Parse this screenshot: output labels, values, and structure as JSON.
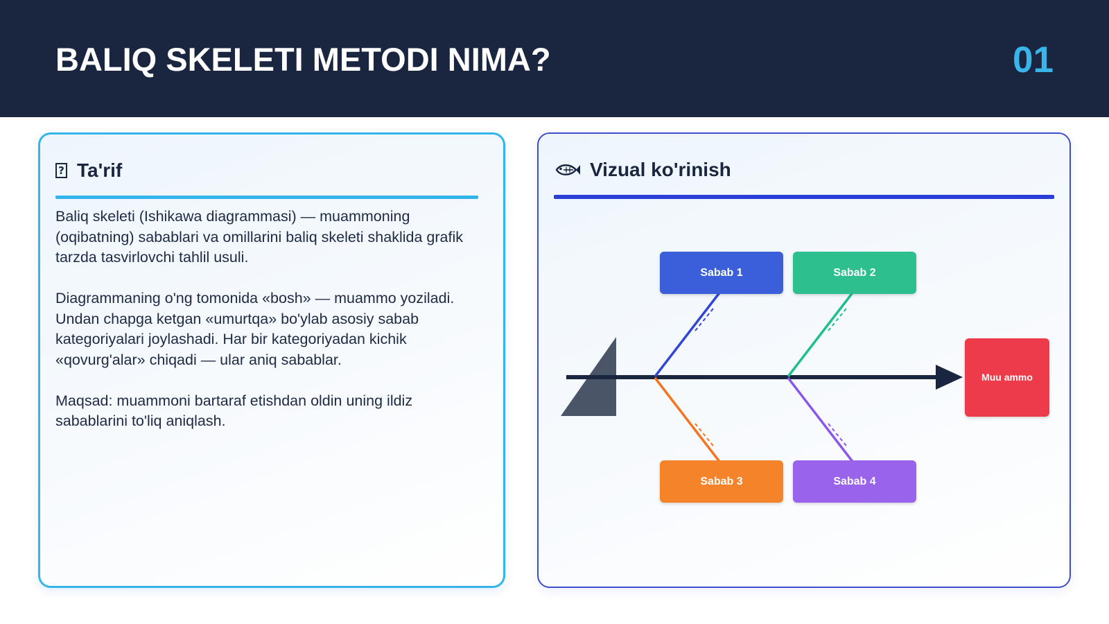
{
  "header": {
    "title": "BALIQ SKELETI METODI NIMA?",
    "slide_number": "01"
  },
  "left_card": {
    "icon": "question-box-icon",
    "icon_glyph": "?",
    "title": "Ta'rif",
    "paragraphs": [
      "Baliq skeleti (Ishikawa diagrammasi) — muammoning (oqibatning) sabablari va omillarini baliq skeleti shaklida grafik tarzda tasvirlovchi tahlil usuli.",
      "Diagrammaning o'ng tomonida «bosh» — muammo yoziladi. Undan chapga ketgan «umurtqa» bo'ylab asosiy sabab kategoriyalari joylashadi. Har bir kategoriyadan kichik «qovurg'alar» chiqadi — ular aniq sabablar.",
      "Maqsad: muammoni bartaraf etishdan oldin uning ildiz sabablarini to'liq aniqlash."
    ]
  },
  "right_card": {
    "icon": "fish-icon",
    "title": "Vizual ko'rinish",
    "diagram": {
      "causes": [
        {
          "label": "Sabab 1",
          "color": "#3a5fd9"
        },
        {
          "label": "Sabab 2",
          "color": "#2ebf8f"
        },
        {
          "label": "Sabab 3",
          "color": "#f5832a"
        },
        {
          "label": "Sabab 4",
          "color": "#9a63ec"
        }
      ],
      "bone_colors": [
        "#3346d3",
        "#1fbf8a",
        "#f47420",
        "#8a57ea"
      ],
      "head": {
        "label": "Muu ammo",
        "color": "#ee3b4a"
      },
      "spine_color": "#1a2540",
      "tail_color": "#4a5568"
    }
  },
  "colors": {
    "header_bg": "#1a2540",
    "accent_cyan": "#33b4ea",
    "accent_blue": "#2a3fd6"
  }
}
